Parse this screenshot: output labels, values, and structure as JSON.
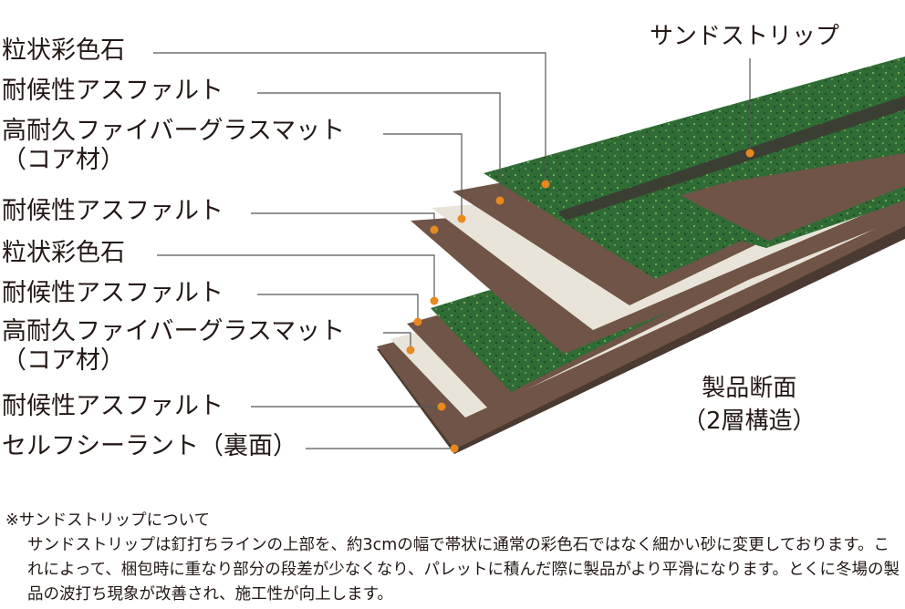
{
  "labels": [
    "粒状彩色石",
    "耐候性アスファルト",
    "高耐久ファイバーグラスマット（コア材）",
    "耐候性アスファルト",
    "粒状彩色石",
    "耐候性アスファルト",
    "高耐久ファイバーグラスマット（コア材）",
    "耐候性アスファルト",
    "セルフシーラント（裏面）"
  ],
  "sand_strip_label": "サンドストリップ",
  "cross_section_label": "製品断面\n（2層構造）",
  "note": {
    "title": "※サンドストリップについて",
    "body": "サンドストリップは釘打ちラインの上部を、約3cmの幅で帯状に通常の彩色石ではなく細かい砂に変更しております。これによって、梱包時に重なり部分の段差が少なくなり、パレットに積んだ際に製品がより平滑になります。とくに冬場の製品の波打ち現象が改善され、施工性が向上します。"
  },
  "colors": {
    "granule_green": "#2f6b34",
    "asphalt_brown": "#6f5447",
    "fiberglass_white": "#e9e4da",
    "sand_strip": "#3b3f33",
    "leader_line": "#555555",
    "marker_orange": "#e8891f"
  }
}
